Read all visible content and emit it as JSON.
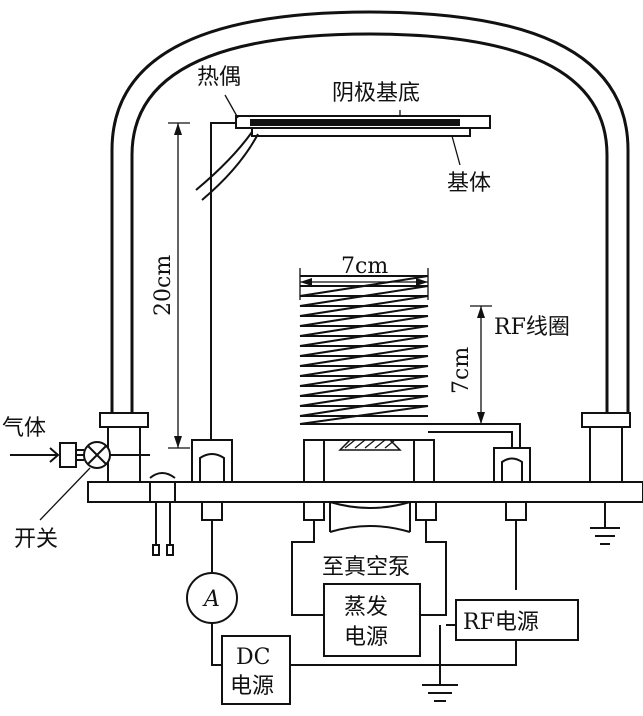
{
  "labels": {
    "thermocouple": "热偶",
    "cathode_substrate": "阴极基底",
    "substrate": "基体",
    "dim_20cm": "20cm",
    "dim_7cm_width": "7cm",
    "dim_7cm_height": "7cm",
    "rf_coil": "RF线圈",
    "gas": "气体",
    "switch": "开关",
    "to_vacuum_pump": "至真空泵",
    "evaporation_power_line1": "蒸发",
    "evaporation_power_line2": "电源",
    "rf_power": "RF电源",
    "dc_power_line1": "DC",
    "dc_power_line2": "电源",
    "ammeter_symbol": "A"
  },
  "colors": {
    "line": "#111111",
    "background": "#ffffff"
  },
  "icons": {
    "ammeter": "circle-A",
    "ground": "ground-symbol",
    "valve": "circle-x-valve"
  }
}
